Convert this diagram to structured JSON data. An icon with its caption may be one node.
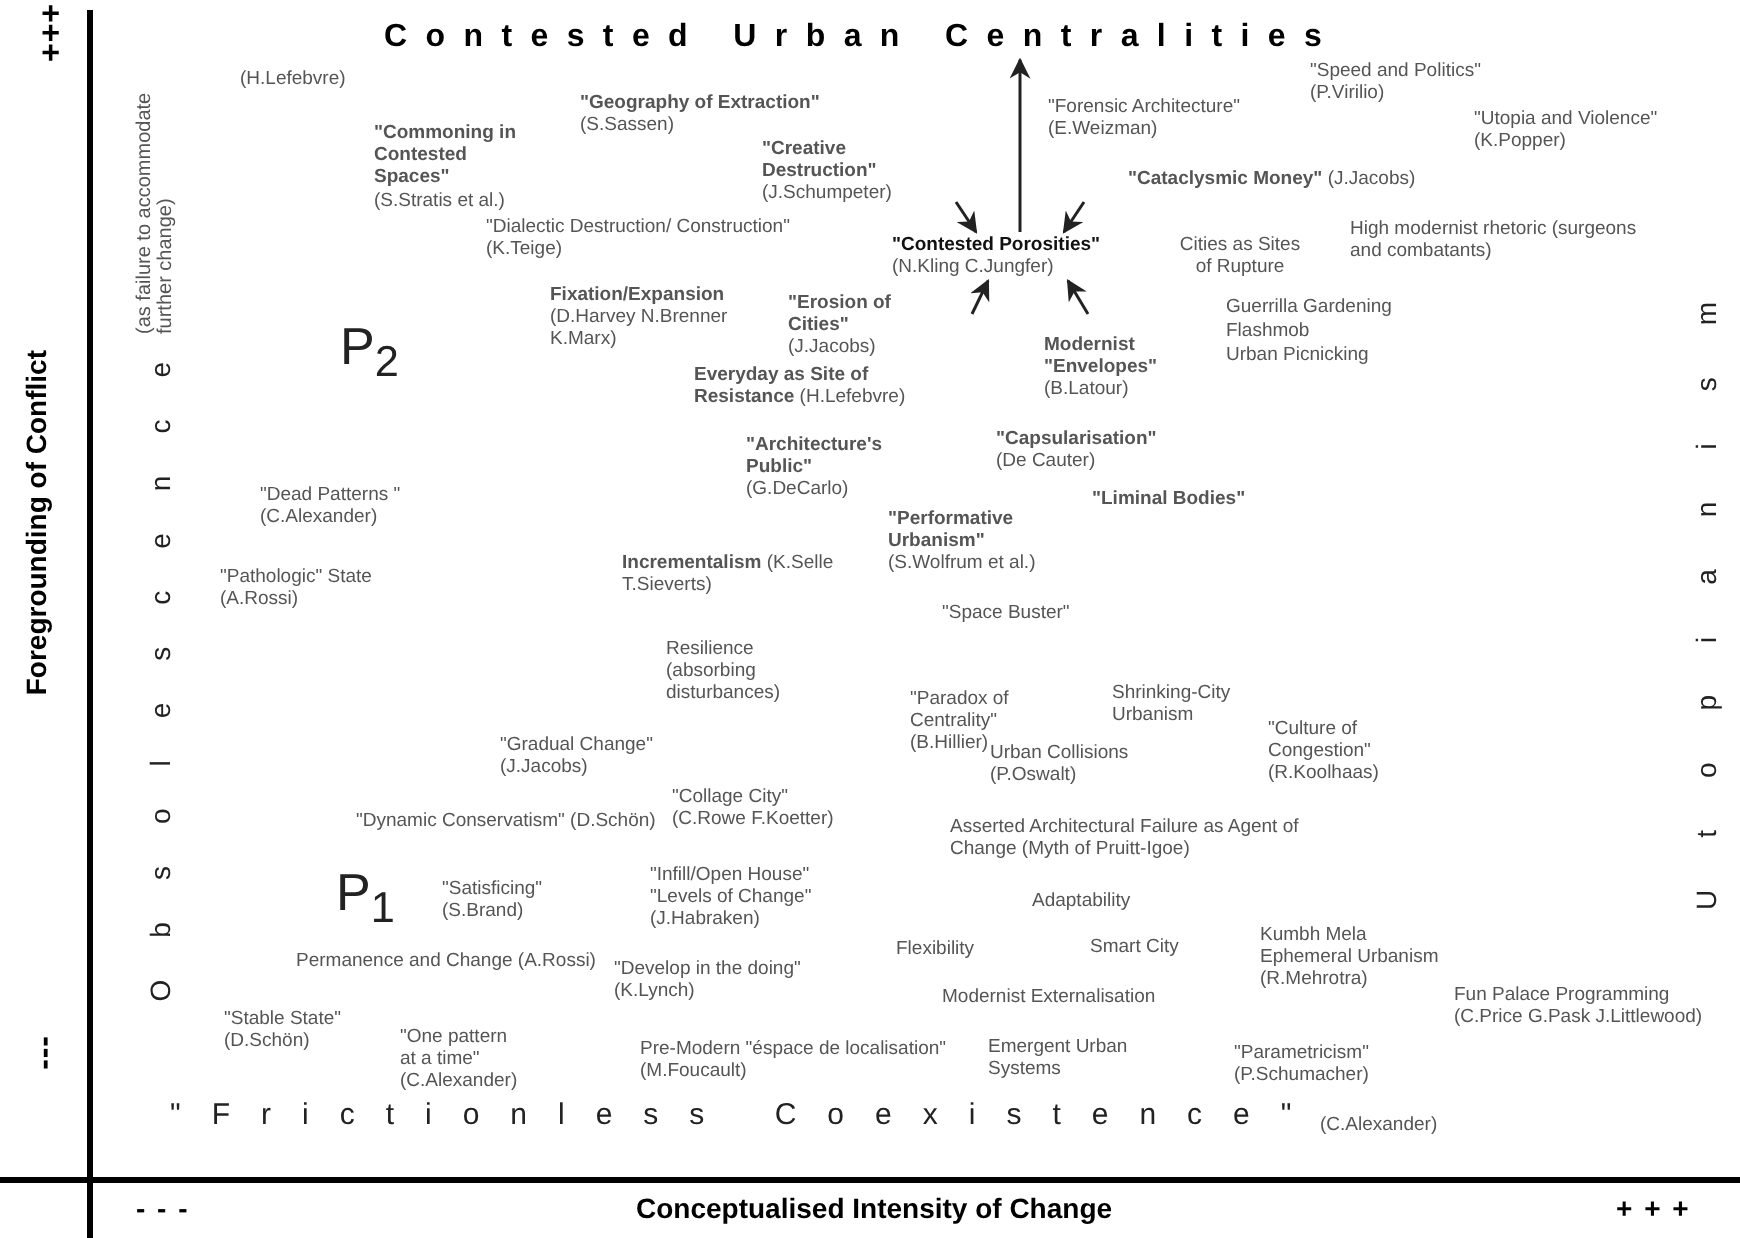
{
  "diagram": {
    "nodes": [
      {
        "text": [
          "Contested Urban Centralities"
        ],
        "beside": [
          "(H.Lefebvre)"
        ]
      },
      {
        "text": [
          "\"Contested Porosities\"",
          "(N.Kling C.Jungfer)"
        ]
      }
    ],
    "edges": [
      {
        "from": 1,
        "to": 0,
        "arrow": "to"
      },
      {
        "from": null,
        "to": 1,
        "arrow": "to"
      },
      {
        "from": null,
        "to": 1,
        "arrow": "to"
      },
      {
        "from": null,
        "to": 1,
        "arrow": "to"
      },
      {
        "from": null,
        "to": 1,
        "arrow": "to"
      }
    ],
    "labels": [
      "+ + +",
      "**\"Geography of Extraction\"** (S.Sassen)",
      "**\"Commoning in Contested Spaces\"** (S.Stratis et al.)",
      "**\"Creative Destruction\"** (J.Schumpeter)",
      "\"Forensic Architecture\" (E.Weizman)",
      "\"Speed and Politics\" (P.Virilio)",
      "\"Utopia and Violence\" (K.Popper)",
      "**\"Cataclysmic Money\"** (J.Jacobs)",
      "(as failure to accommodate further change)",
      "\"Dialectic Destruction/ Construction\" (K.Teige)",
      "Cities as Sites of Rupture",
      "High modernist rhetoric (surgeons and combatants)",
      "**Fixation/Expansion** (D.Harvey N.Brenner K.Marx)",
      "**\"Erosion of Cities\"** (J.Jacobs)",
      "Guerrilla Gardening",
      "Flashmob",
      "Urban Picnicking",
      "**Modernist \"Envelopes\"** (B.Latour)",
      "**Everyday as Site of Resistance** (H.Lefebvre)",
      "P$_{2}$",
      "Foregrounding of Conflict",
      "Obsolescence",
      "Utopianism",
      "**\"Architecture's Public\"** (G.DeCarlo)",
      "**\"Capsularisation\"** (De Cauter)",
      "**\"Liminal Bodies\"**",
      "\"Dead Patterns \" (C.Alexander)",
      "**\"Performative Urbanism\"** (S.Wolfrum et al.)",
      "\"Pathologic\" State (A.Rossi)",
      "**Incrementalism** (K.Selle T.Sieverts)",
      "\"Space Buster\"",
      "Resilience (absorbing disturbances)",
      "Shrinking-City Urbanism",
      "\"Paradox of Centrality\" (B.Hillier)",
      "\"Culture of Congestion\" (R.Koolhaas)",
      "\"Gradual Change\" (J.Jacobs)",
      "Urban Collisions (P.Oswalt)",
      "\"Collage City\" (C.Rowe F.Koetter)",
      "\"Dynamic Conservatism\" (D.Schön)",
      "Asserted Architectural Failure as Agent of Change (Myth of Pruitt-Igoe)",
      "P$_{1}$",
      "\"Satisficing\" (S.Brand)",
      "\"Infill/Open House\" \"Levels of Change\" (J.Habraken)",
      "Adaptability",
      "Flexibility",
      "Smart City",
      "Kumbh Mela Ephemeral Urbanism (R.Mehrotra)",
      "Permanence and Change (A.Rossi)",
      "\"Develop in the doing\" (K.Lynch)",
      "Modernist Externalisation",
      "Fun Palace Programming (C.Price G.Pask J.Littlewood)",
      "- - -",
      "\"Stable State\" (D.Schön)",
      "\"One pattern at a time\" (C.Alexander)",
      "Pre-Modern \"éspace de localisation\" (M.Foucault)",
      "Emergent Urban Systems",
      "\"Parametricism\" (P.Schumacher)",
      "\"Frictionless Coexistence\"",
      "(C.Alexander)",
      "- - -",
      "Conceptualised Intensity of Change",
      "+ + +"
    ]
  }
}
